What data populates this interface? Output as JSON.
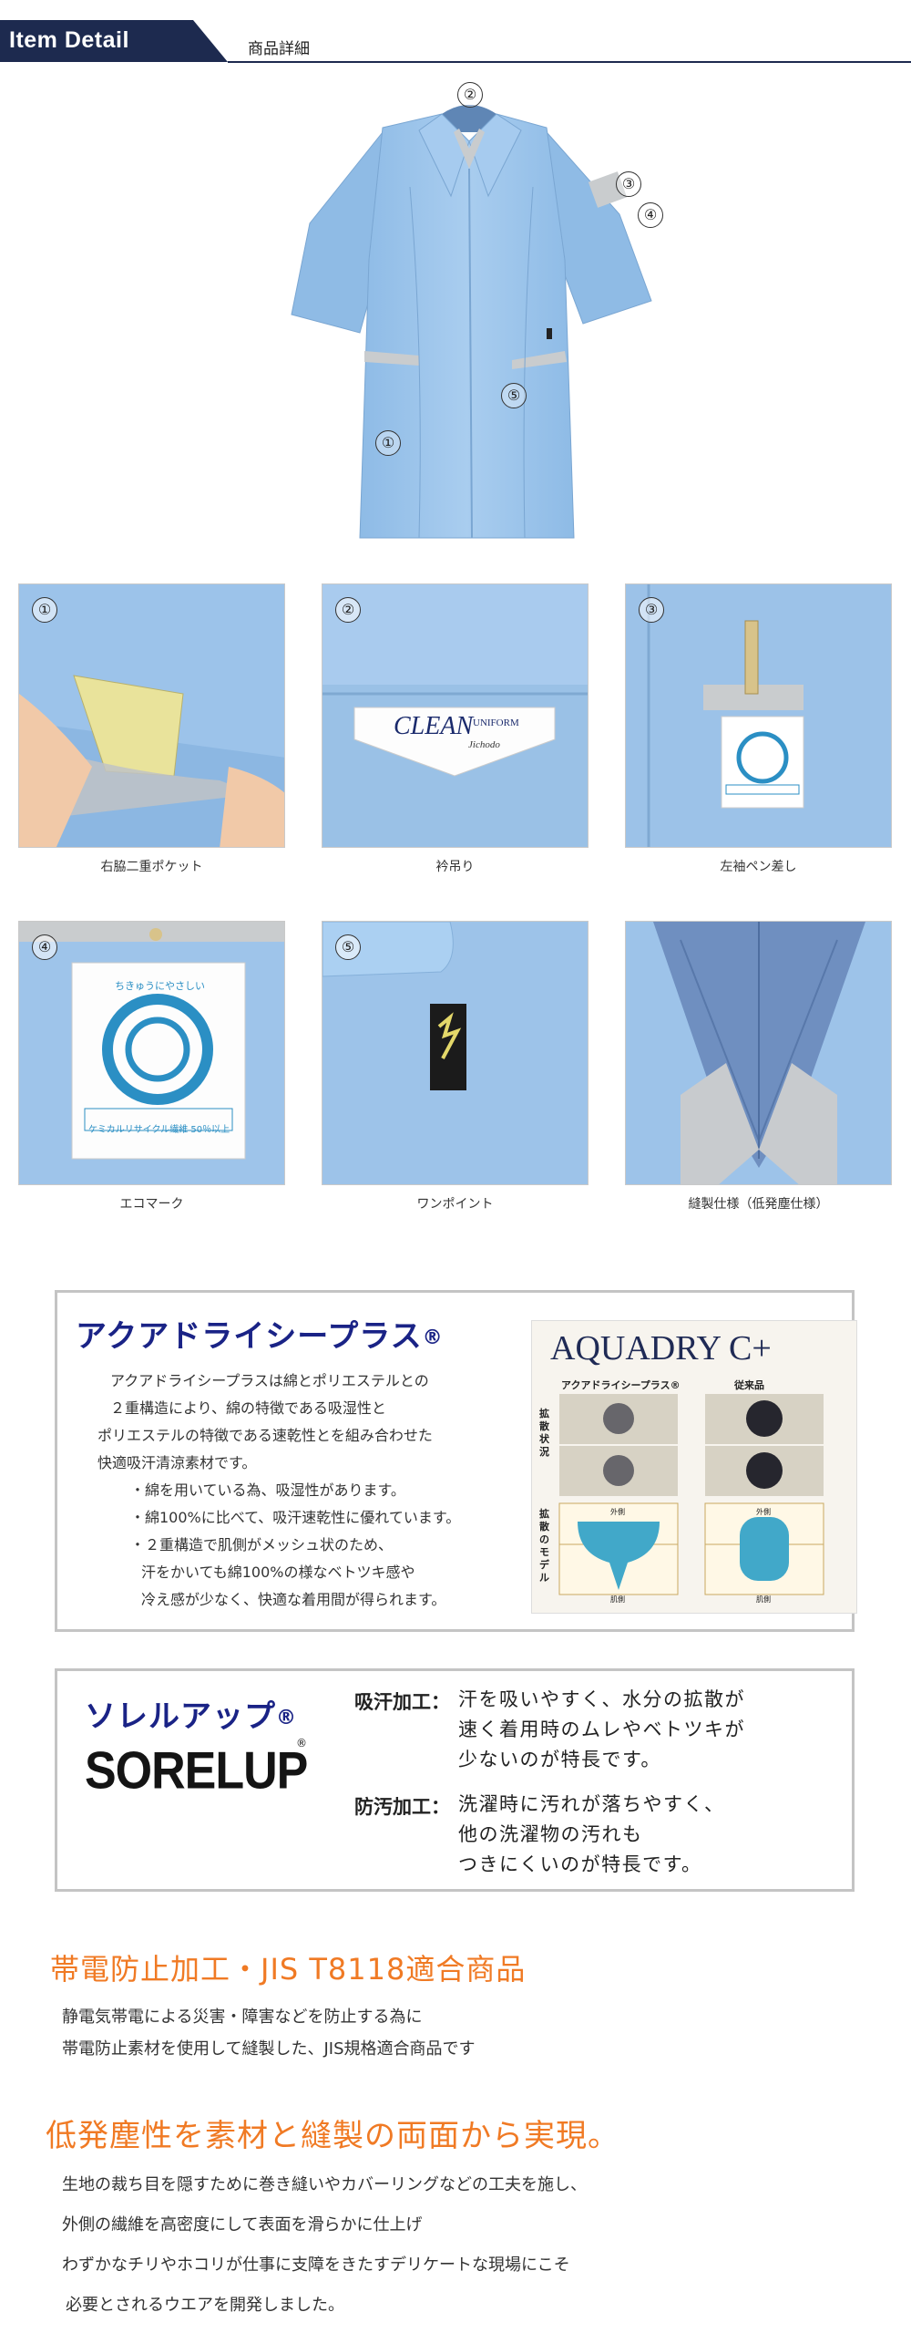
{
  "header": {
    "title": "Item Detail",
    "subtitle": "商品詳細"
  },
  "callouts": [
    "②",
    "③",
    "④",
    "⑤",
    "①"
  ],
  "photos": [
    {
      "num": "①",
      "caption": "右脇二重ポケット"
    },
    {
      "num": "②",
      "caption": "衿吊り",
      "label_brand": "CLEAN",
      "label_sub": "UNIFORM",
      "label_maker": "Jichodo"
    },
    {
      "num": "③",
      "caption": "左袖ペン差し"
    },
    {
      "num": "④",
      "caption": "エコマーク",
      "tag_arc": "ちきゅうにやさしい",
      "tag_text": "ケミカルリサイクル繊維 50％以上"
    },
    {
      "num": "⑤",
      "caption": "ワンポイント"
    },
    {
      "num": "",
      "caption": "縫製仕様（低発塵仕様）"
    }
  ],
  "aquadry": {
    "title": "アクアドライシープラス",
    "reg": "®",
    "lines": [
      "アクアドライシープラスは綿とポリエステルとの",
      "２重構造により、綿の特徴である吸湿性と",
      "ポリエステルの特徴である速乾性とを組み合わせた",
      "快適吸汗清涼素材です。",
      "・綿を用いている為、吸湿性があります。",
      "・綿100%に比べて、吸汗速乾性に優れています。",
      "・２重構造で肌側がメッシュ状のため、",
      "汗をかいても綿100%の様なベトツキ感や",
      "冷え感が少なく、快適な着用間が得られます。"
    ],
    "figure": {
      "logo": "AQUADRY C+",
      "col1": "アクアドライシープラス",
      "col1_mark": "®",
      "col2": "従来品",
      "row1": "拡散状況",
      "row2": "拡散のモデル",
      "outer": "外側",
      "skin": "肌側"
    }
  },
  "sorelup": {
    "title": "ソレルアップ",
    "reg": "®",
    "logo": "SORELUP",
    "logo_reg": "®",
    "items": [
      {
        "label": "吸汗加工：",
        "lines": [
          "汗を吸いやすく、水分の拡散が",
          "速く着用時のムレやベトツキが",
          "少ないのが特長です。"
        ]
      },
      {
        "label": "防汚加工：",
        "lines": [
          "洗濯時に汚れが落ちやすく、",
          "他の洗濯物の汚れも",
          "つきにくいのが特長です。"
        ]
      }
    ]
  },
  "antistatic": {
    "title": "帯電防止加工・JIS T8118適合商品",
    "lines": [
      "静電気帯電による災害・障害などを防止する為に",
      "帯電防止素材を使用して縫製した、JIS規格適合商品です"
    ]
  },
  "lowdust": {
    "title": "低発塵性を素材と縫製の両面から実現。",
    "lines": [
      "生地の裁ち目を隠すために巻き縫いやカバーリングなどの工夫を施し、",
      "外側の繊維を高密度にして表面を滑らかに仕上げ",
      "わずかなチリやホコリが仕事に支障をきたすデリケートな現場にこそ",
      "必要とされるウエアを開発しました。"
    ]
  },
  "colors": {
    "navy": "#1d2a4f",
    "brand_blue": "#1a2386",
    "orange": "#f07a24",
    "fabric": "#9bc2e8",
    "trim": "#c9ccce"
  }
}
